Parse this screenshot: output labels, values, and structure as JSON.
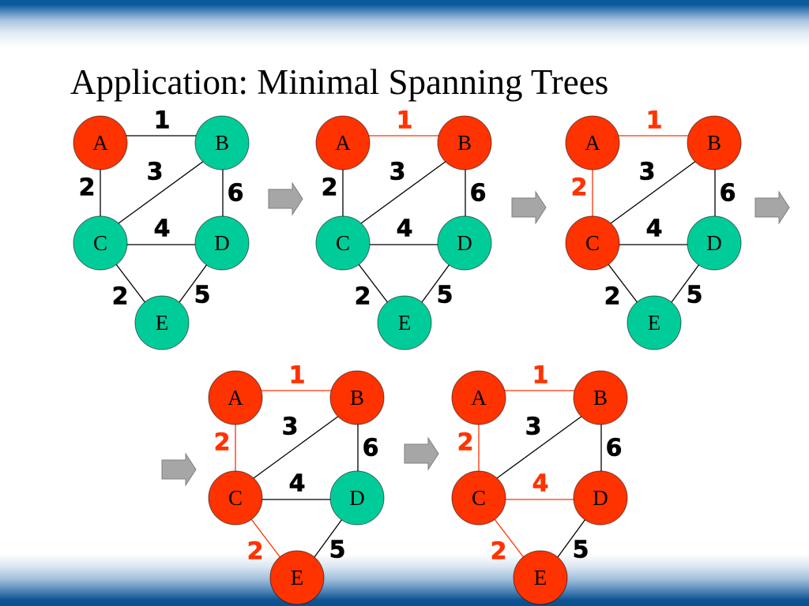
{
  "slide": {
    "title": "Application: Minimal Spanning Trees"
  },
  "colors": {
    "selected": "#FF3300",
    "unselected": "#00CC99",
    "edge": "#000000",
    "arrow_fill": "#A6A6A6",
    "arrow_stroke": "#7F7F7F"
  },
  "graph": {
    "nodes": [
      "A",
      "B",
      "C",
      "D",
      "E"
    ],
    "edges": [
      {
        "from": "A",
        "to": "B",
        "weight": 1
      },
      {
        "from": "A",
        "to": "C",
        "weight": 2
      },
      {
        "from": "C",
        "to": "B",
        "weight": 3
      },
      {
        "from": "B",
        "to": "D",
        "weight": 6
      },
      {
        "from": "C",
        "to": "D",
        "weight": 4
      },
      {
        "from": "C",
        "to": "E",
        "weight": 2
      },
      {
        "from": "D",
        "to": "E",
        "weight": 5
      }
    ]
  },
  "steps": [
    {
      "selected_nodes": [
        "A"
      ],
      "selected_edges": []
    },
    {
      "selected_nodes": [
        "A",
        "B"
      ],
      "selected_edges": [
        [
          "A",
          "B"
        ]
      ]
    },
    {
      "selected_nodes": [
        "A",
        "B",
        "C"
      ],
      "selected_edges": [
        [
          "A",
          "B"
        ],
        [
          "A",
          "C"
        ]
      ]
    },
    {
      "selected_nodes": [
        "A",
        "B",
        "C",
        "E"
      ],
      "selected_edges": [
        [
          "A",
          "B"
        ],
        [
          "A",
          "C"
        ],
        [
          "C",
          "E"
        ]
      ]
    },
    {
      "selected_nodes": [
        "A",
        "B",
        "C",
        "D",
        "E"
      ],
      "selected_edges": [
        [
          "A",
          "B"
        ],
        [
          "A",
          "C"
        ],
        [
          "C",
          "E"
        ],
        [
          "C",
          "D"
        ]
      ]
    }
  ]
}
